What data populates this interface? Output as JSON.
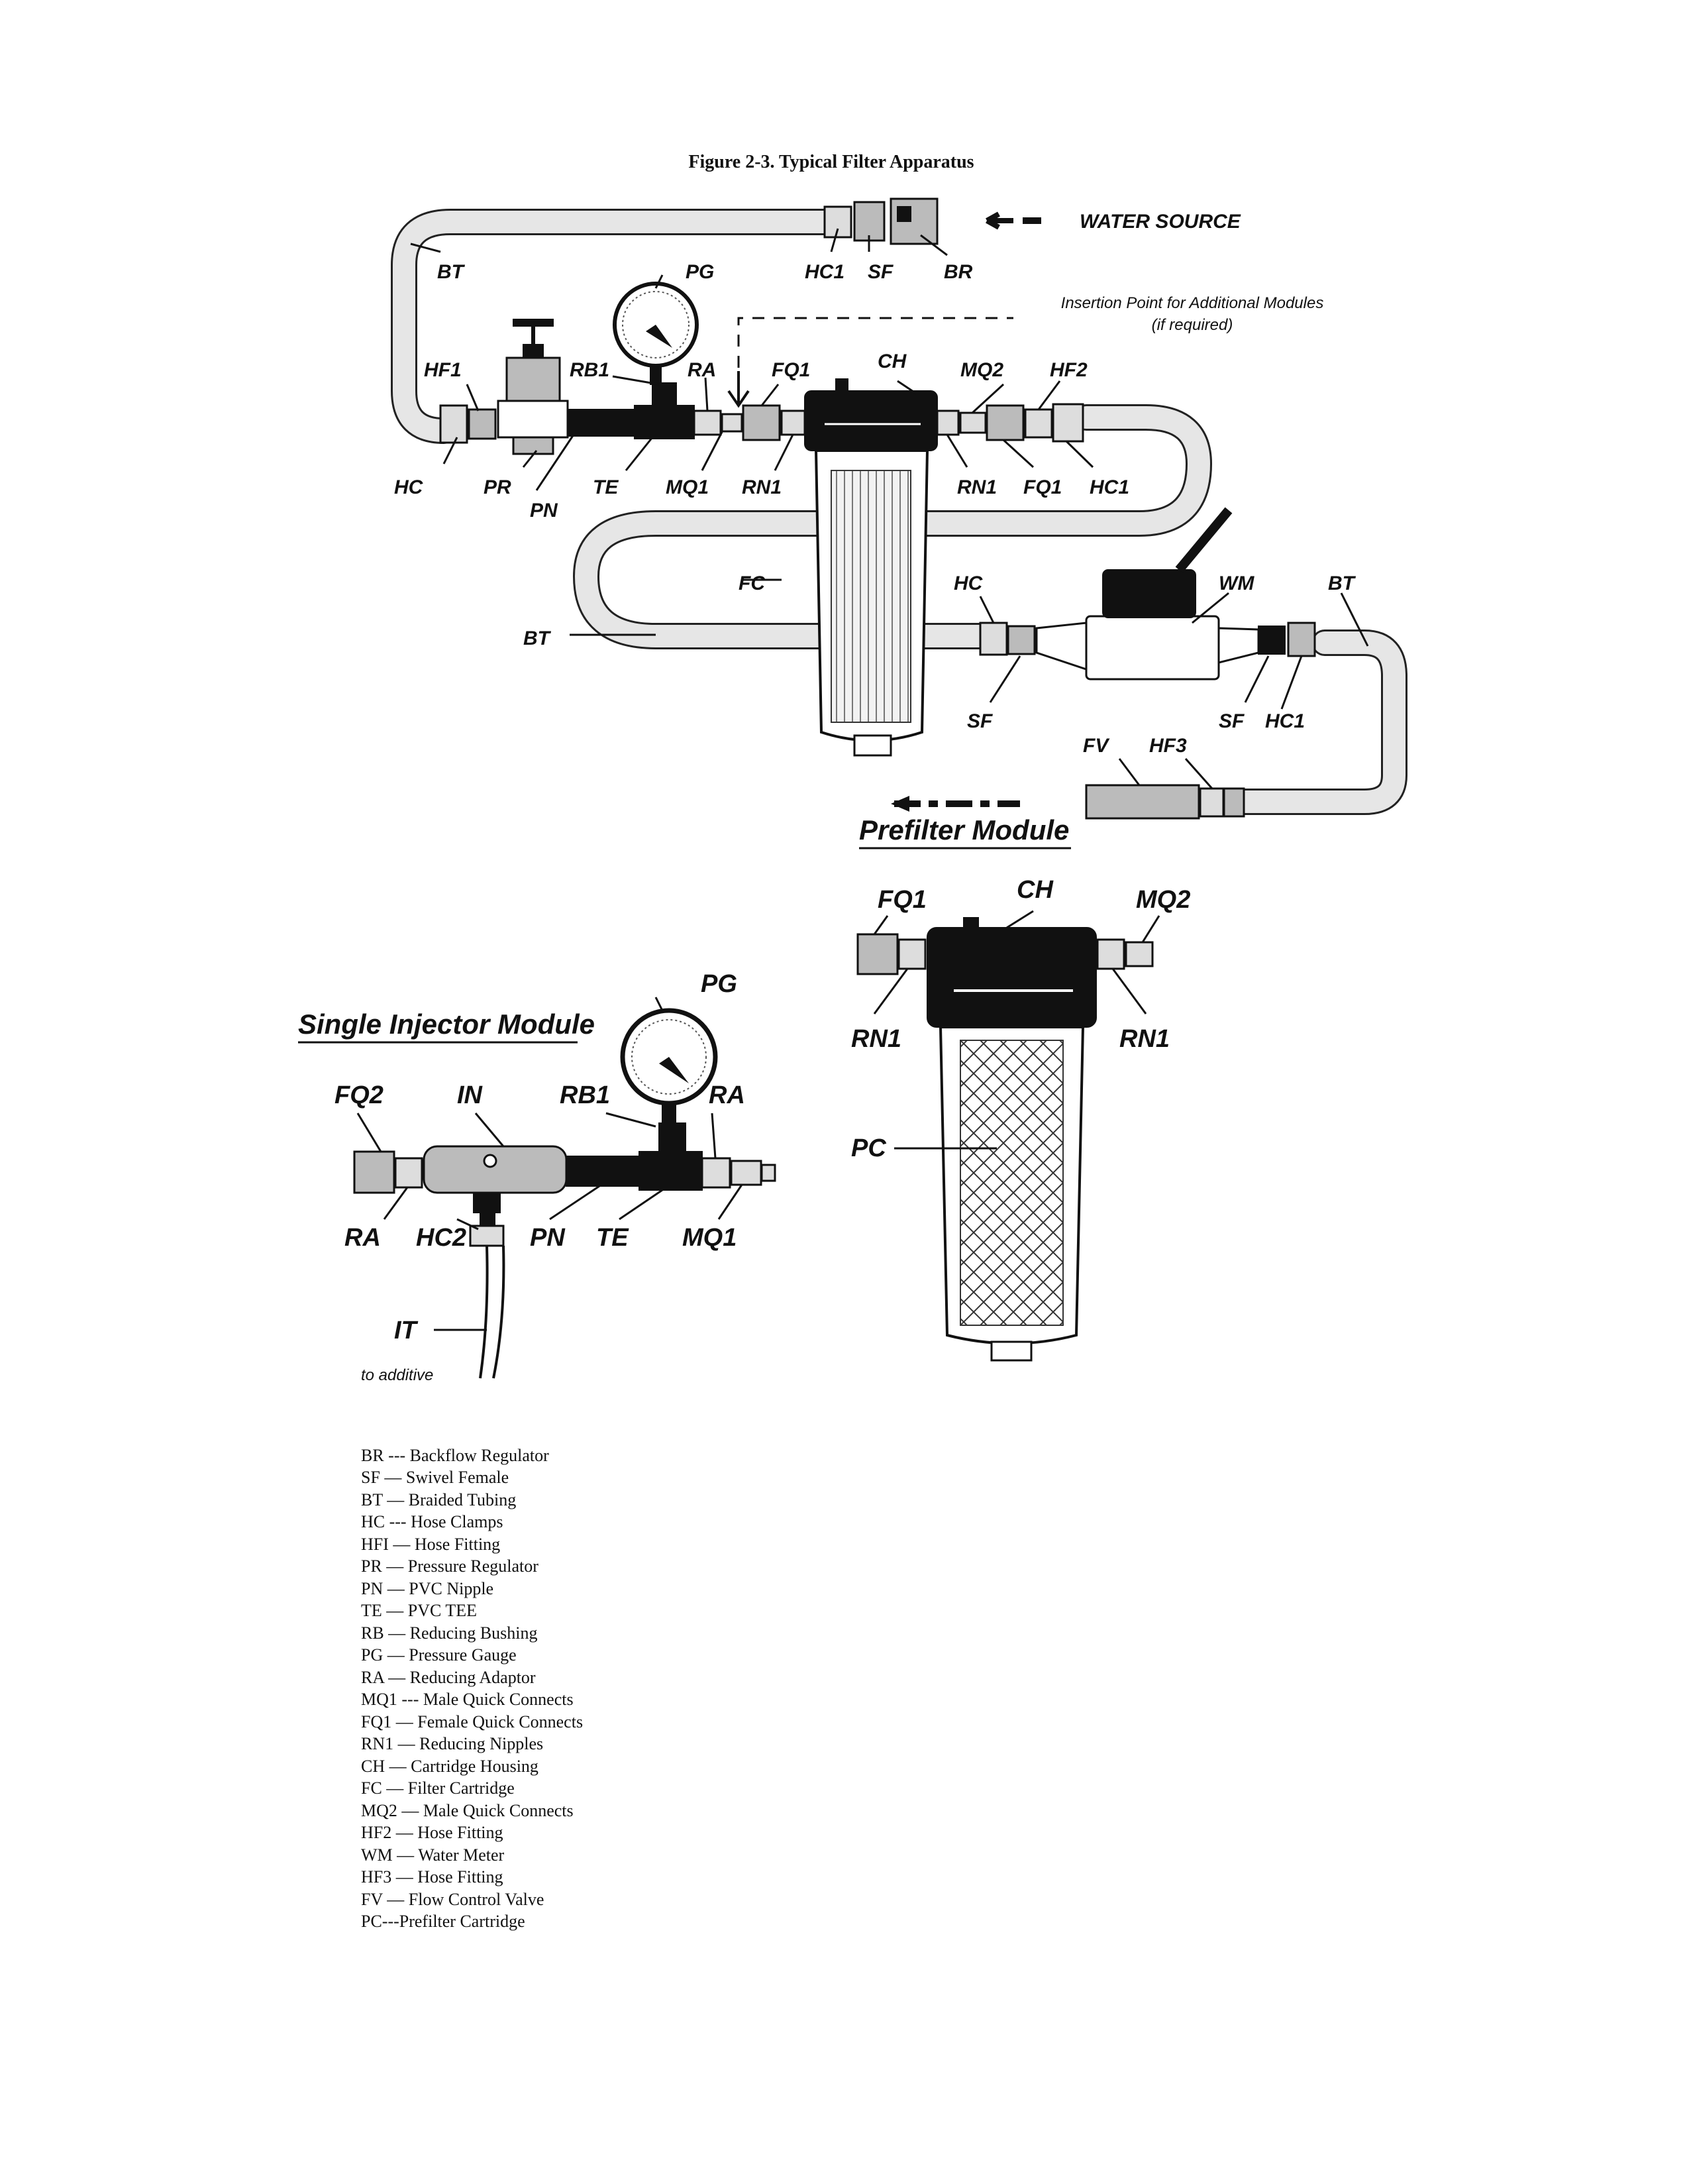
{
  "title": "Figure 2-3.  Typical Filter Apparatus",
  "main": {
    "water_source": "WATER SOURCE",
    "insertion_note_1": "Insertion Point for Additional Modules",
    "insertion_note_2": "(if required)",
    "labels": {
      "BT_top": "BT",
      "HC1_top": "HC1",
      "SF_top": "SF",
      "BR": "BR",
      "PG": "PG",
      "HF1": "HF1",
      "RB1": "RB1",
      "RA": "RA",
      "FQ1_l": "FQ1",
      "CH": "CH",
      "MQ2": "MQ2",
      "HF2": "HF2",
      "HC_l": "HC",
      "PR": "PR",
      "PN": "PN",
      "TE": "TE",
      "MQ1": "MQ1",
      "RN1_l": "RN1",
      "RN1_r": "RN1",
      "FQ1_r": "FQ1",
      "HC1_r": "HC1",
      "FC": "FC",
      "HC_m": "HC",
      "WM": "WM",
      "BT_r": "BT",
      "BT_l": "BT",
      "SF_l": "SF",
      "SF_r": "SF",
      "HC1_b": "HC1",
      "FV": "FV",
      "HF3": "HF3"
    }
  },
  "prefilter": {
    "title": "Prefilter Module",
    "labels": {
      "FQ1": "FQ1",
      "CH": "CH",
      "MQ2": "MQ2",
      "RN1_l": "RN1",
      "RN1_r": "RN1",
      "PC": "PC"
    }
  },
  "injector": {
    "title": "Single Injector Module",
    "labels": {
      "PG": "PG",
      "FQ2": "FQ2",
      "IN": "IN",
      "RB1": "RB1",
      "RA_t": "RA",
      "RA_b": "RA",
      "HC2": "HC2",
      "PN": "PN",
      "TE": "TE",
      "MQ1": "MQ1",
      "IT": "IT",
      "to_additive": "to additive"
    }
  },
  "legend": [
    "BR --- Backflow Regulator",
    "SF — Swivel Female",
    "BT — Braided Tubing",
    "HC --- Hose Clamps",
    "HFI — Hose Fitting",
    "PR — Pressure Regulator",
    "PN — PVC Nipple",
    "TE — PVC TEE",
    "RB — Reducing Bushing",
    "PG — Pressure Gauge",
    "RA — Reducing Adaptor",
    "MQ1 --- Male Quick Connects",
    "FQ1 — Female Quick Connects",
    "RN1 — Reducing Nipples",
    "CH — Cartridge Housing",
    "FC — Filter Cartridge",
    "MQ2 — Male Quick Connects",
    "HF2 — Hose Fitting",
    "WM — Water Meter",
    "HF3 — Hose Fitting",
    "FV — Flow Control Valve",
    "PC---Prefilter Cartridge"
  ]
}
